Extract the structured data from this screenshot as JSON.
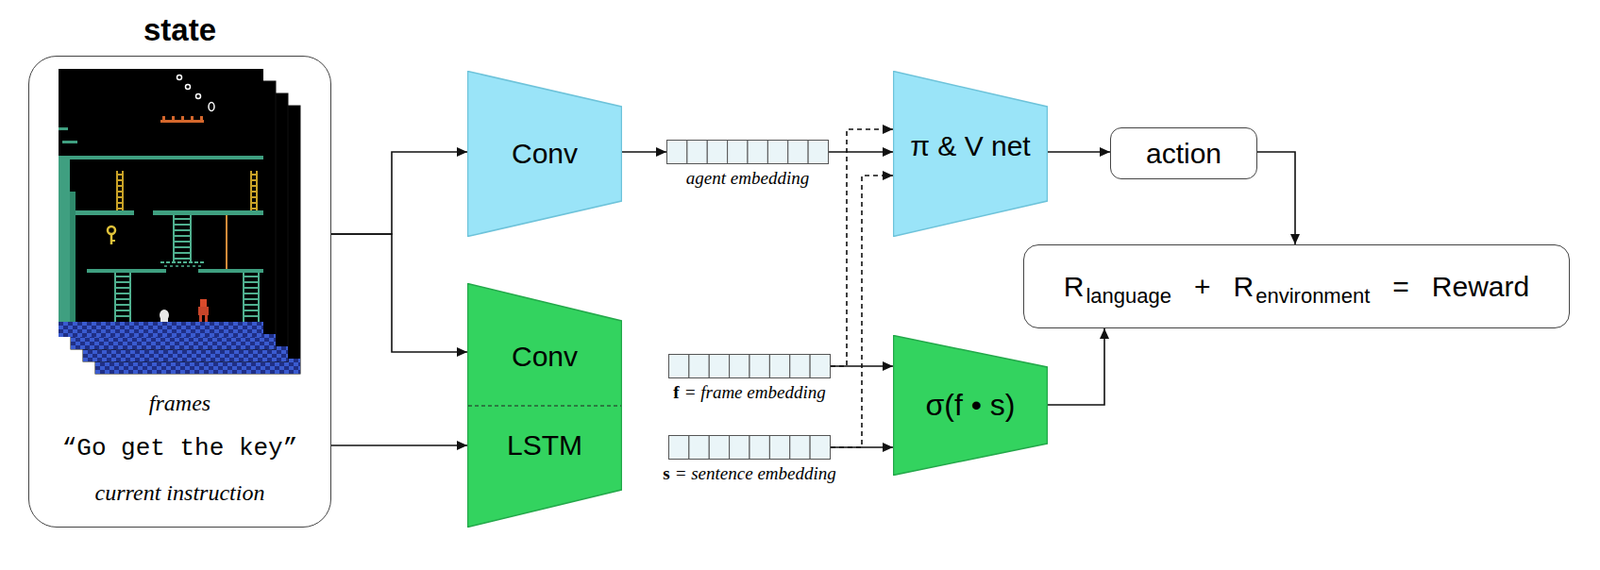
{
  "diagram": {
    "nodes": [
      {
        "text": [
          "state",
          "frames",
          "“Go get the key”",
          "current instruction"
        ]
      },
      {
        "text": [
          "Conv"
        ]
      },
      {
        "text": [
          "agent embedding"
        ]
      },
      {
        "text": [
          "π & V net"
        ]
      },
      {
        "text": [
          "action"
        ]
      },
      {
        "text": [
          "Conv",
          "LSTM"
        ]
      },
      {
        "text": [
          "f",
          "= frame embedding"
        ]
      },
      {
        "text": [
          "s",
          "= sentence embedding"
        ]
      },
      {
        "text": [
          "σ(f • s)"
        ]
      },
      {
        "text": [
          "R",
          "language",
          "+",
          "R",
          "environment",
          "=",
          "Reward"
        ]
      }
    ],
    "edges": [
      {
        "from": 0,
        "to": 1,
        "arrow": "to"
      },
      {
        "from": 0,
        "to": 5,
        "arrow": "to"
      },
      {
        "from": 0,
        "to": 5,
        "arrow": "to"
      },
      {
        "from": 1,
        "to": 2,
        "arrow": "to"
      },
      {
        "from": 2,
        "to": 3,
        "arrow": "to"
      },
      {
        "from": 6,
        "to": 3,
        "arrow": "to"
      },
      {
        "from": 7,
        "to": 3,
        "arrow": "to"
      },
      {
        "from": 6,
        "to": 8,
        "arrow": "to"
      },
      {
        "from": 7,
        "to": 8,
        "arrow": "to"
      },
      {
        "from": 3,
        "to": 4,
        "arrow": "to"
      },
      {
        "from": 4,
        "to": 9,
        "arrow": "to"
      },
      {
        "from": 8,
        "to": 9,
        "arrow": "to"
      }
    ]
  }
}
